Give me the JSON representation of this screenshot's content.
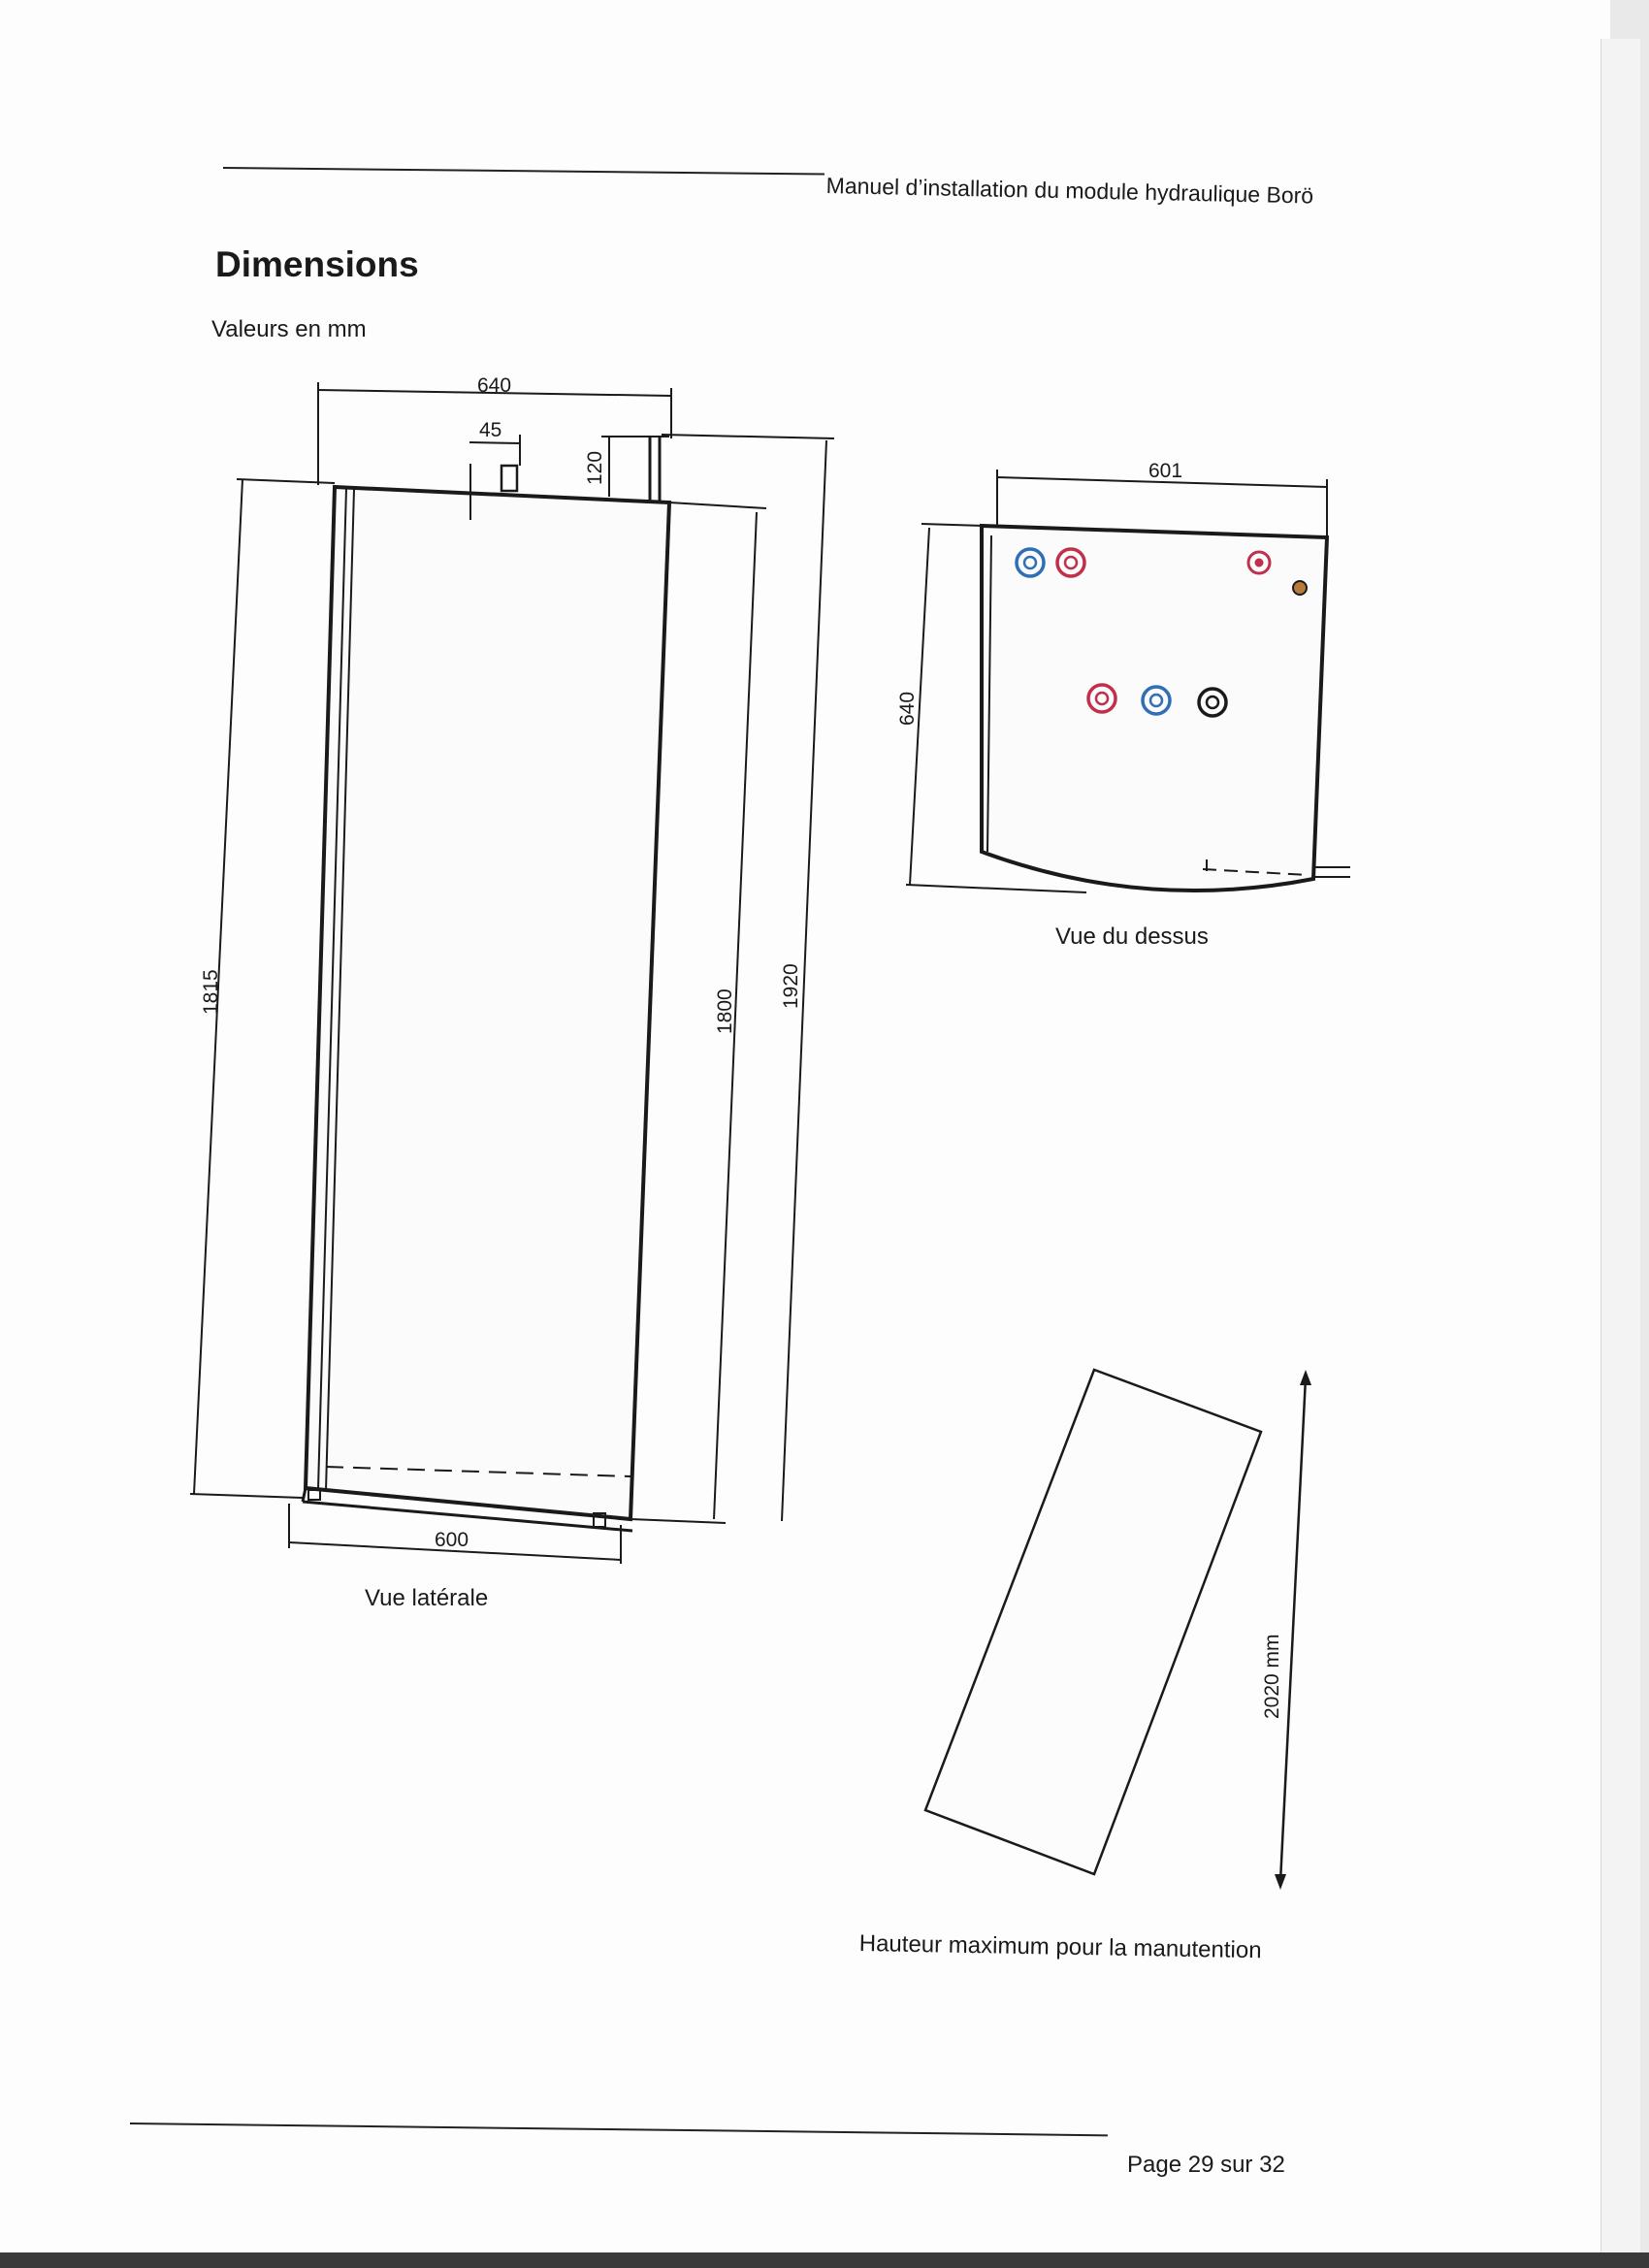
{
  "header": {
    "manual_title": "Manuel d’installation du module hydraulique Borö"
  },
  "section": {
    "title": "Dimensions",
    "units_note": "Valeurs en mm"
  },
  "side_view": {
    "caption": "Vue latérale",
    "dimensions": {
      "width_top": "640",
      "pipe_width": "45",
      "pipe_height": "120",
      "total_height_left": "1815",
      "body_height": "1800",
      "total_height_right": "1920",
      "base_width": "600"
    }
  },
  "top_view": {
    "caption": "Vue du dessus",
    "dimensions": {
      "width": "601",
      "depth": "640"
    },
    "connection_colors": {
      "hot": "#c0304a",
      "cold": "#2f6fb5",
      "neutral": "#1a1a1a",
      "sensor": "#b87a3a"
    }
  },
  "handling": {
    "caption": "Hauteur maximum pour la manutention",
    "max_height": "2020 mm"
  },
  "footer": {
    "page_label": "Page 29 sur 32"
  }
}
